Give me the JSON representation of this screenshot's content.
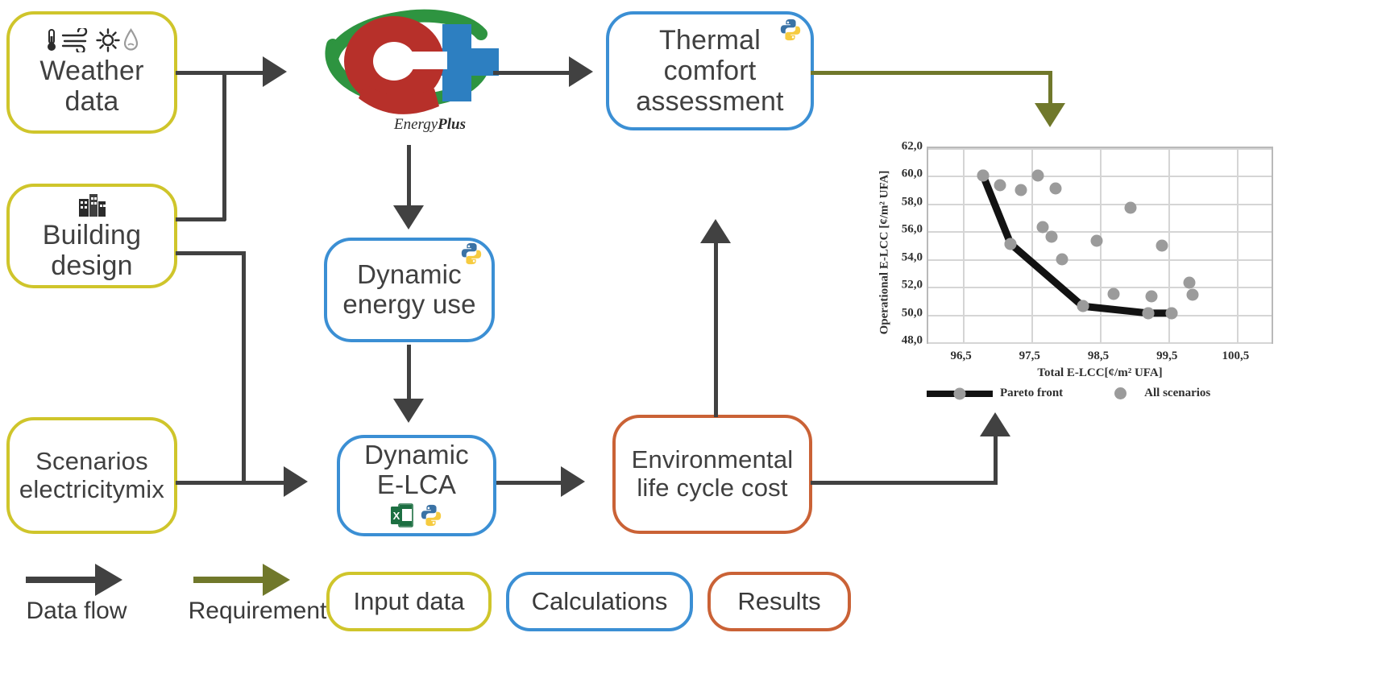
{
  "nodes": {
    "weather": {
      "label": "Weather\ndata",
      "type": "input"
    },
    "building": {
      "label": "Building\ndesign",
      "type": "input"
    },
    "scenarios": {
      "label": "Scenarios\nelectricitymix",
      "type": "input"
    },
    "thermal": {
      "label": "Thermal\ncomfort\nassessment",
      "type": "calculation"
    },
    "dynenergy": {
      "label": "Dynamic\nenergy use",
      "type": "calculation"
    },
    "dynelca": {
      "label": "Dynamic\nE-LCA",
      "type": "calculation"
    },
    "elcc": {
      "label": "Environmental\nlife cycle cost",
      "type": "result"
    }
  },
  "software": {
    "energyplus_caption_light": "Energy",
    "energyplus_caption_bold": "Plus"
  },
  "legend": {
    "data_flow": "Data flow",
    "requirement": "Requirement",
    "input_data": "Input data",
    "calculations": "Calculations",
    "results": "Results"
  },
  "colors": {
    "input_border": "#cfc52b",
    "calculation_border": "#3b8fd4",
    "result_border": "#ca6236",
    "data_flow_arrow": "#414141",
    "requirement_arrow": "#70782b",
    "scatter_point": "#9b9b9b",
    "pareto_line": "#121212"
  },
  "chart_data": {
    "type": "scatter",
    "title": "",
    "xlabel": "Total E-LCC[¢/m² UFA]",
    "ylabel": "Operational E-LCC [¢/m² UFA]",
    "xlim": [
      96.0,
      101.0
    ],
    "ylim": [
      48.0,
      62.0
    ],
    "xticks": [
      "96,5",
      "97,5",
      "98,5",
      "99,5",
      "100,5"
    ],
    "xtick_values": [
      96.5,
      97.5,
      98.5,
      99.5,
      100.5
    ],
    "yticks": [
      "48,0",
      "50,0",
      "52,0",
      "54,0",
      "56,0",
      "58,0",
      "60,0",
      "62,0"
    ],
    "ytick_values": [
      48.0,
      50.0,
      52.0,
      54.0,
      56.0,
      58.0,
      60.0,
      62.0
    ],
    "grid": true,
    "legend_position": "bottom",
    "series": [
      {
        "name": "All scenarios",
        "marker": "circle",
        "points": [
          [
            96.8,
            60.0
          ],
          [
            97.05,
            59.3
          ],
          [
            97.35,
            59.0
          ],
          [
            97.6,
            60.0
          ],
          [
            97.85,
            59.1
          ],
          [
            97.2,
            55.1
          ],
          [
            97.67,
            56.3
          ],
          [
            97.8,
            55.6
          ],
          [
            97.95,
            54.0
          ],
          [
            98.25,
            50.6
          ],
          [
            98.45,
            55.3
          ],
          [
            98.7,
            51.5
          ],
          [
            98.95,
            57.7
          ],
          [
            99.2,
            50.1
          ],
          [
            99.25,
            51.3
          ],
          [
            99.4,
            55.0
          ],
          [
            99.55,
            50.1
          ],
          [
            99.8,
            52.3
          ],
          [
            99.85,
            51.4
          ]
        ]
      },
      {
        "name": "Pareto front",
        "marker": "line-circle",
        "points": [
          [
            96.8,
            60.0
          ],
          [
            97.2,
            55.1
          ],
          [
            98.25,
            50.6
          ],
          [
            99.2,
            50.1
          ],
          [
            99.55,
            50.1
          ]
        ]
      }
    ]
  }
}
